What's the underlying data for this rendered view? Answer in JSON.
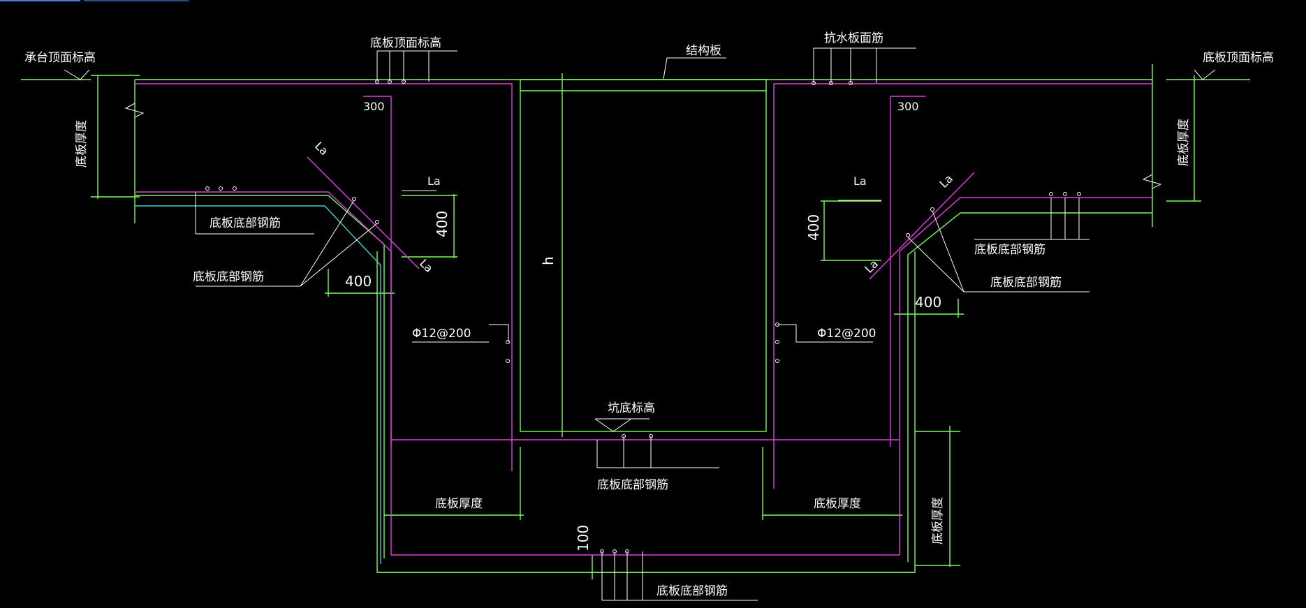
{
  "colors": {
    "background": "#000000",
    "concrete": "#7CFC5C",
    "rebar": "#E040E0",
    "rebar_alt": "#40D0D0",
    "text": "#FFFFFF",
    "leader": "#FFFFFF"
  },
  "labels": {
    "cap_top_elev": "承台顶面标高",
    "slab_top_elev_left": "底板顶面标高",
    "slab_top_elev_right": "底板顶面标高",
    "structural_slab": "结构板",
    "anti_water_top_rebar": "抗水板面筋",
    "slab_thickness_left_vertical": "底板厚度",
    "slab_thickness_right_vertical": "底板厚度",
    "slab_thickness_bottom_left": "底板厚度",
    "slab_thickness_bottom_right": "底板厚度",
    "slab_thickness_far_right_vertical": "底板厚度",
    "bottom_rebar_upper_left": "底板底部钢筋",
    "bottom_rebar_lower_left": "底板底部钢筋",
    "bottom_rebar_upper_right": "底板底部钢筋",
    "bottom_rebar_lower_right": "底板底部钢筋",
    "bottom_rebar_center": "底板底部钢筋",
    "bottom_rebar_bottom": "底板底部钢筋",
    "pit_bottom_elev": "坑底标高",
    "dim_300_left": "300",
    "dim_300_right": "300",
    "dim_400_left_vertical": "400",
    "dim_400_right_vertical": "400",
    "dim_400_left_horizontal": "400",
    "dim_400_right_horizontal": "400",
    "dim_100": "100",
    "dim_h": "h",
    "la_left_top": "La",
    "la_left_diag_top": "La",
    "la_left_diag_bottom": "La",
    "la_right_top": "La",
    "la_right_diag_top": "La",
    "la_right_diag_bottom": "La",
    "rebar_spec_left": "Φ12@200",
    "rebar_spec_right": "Φ12@200"
  }
}
